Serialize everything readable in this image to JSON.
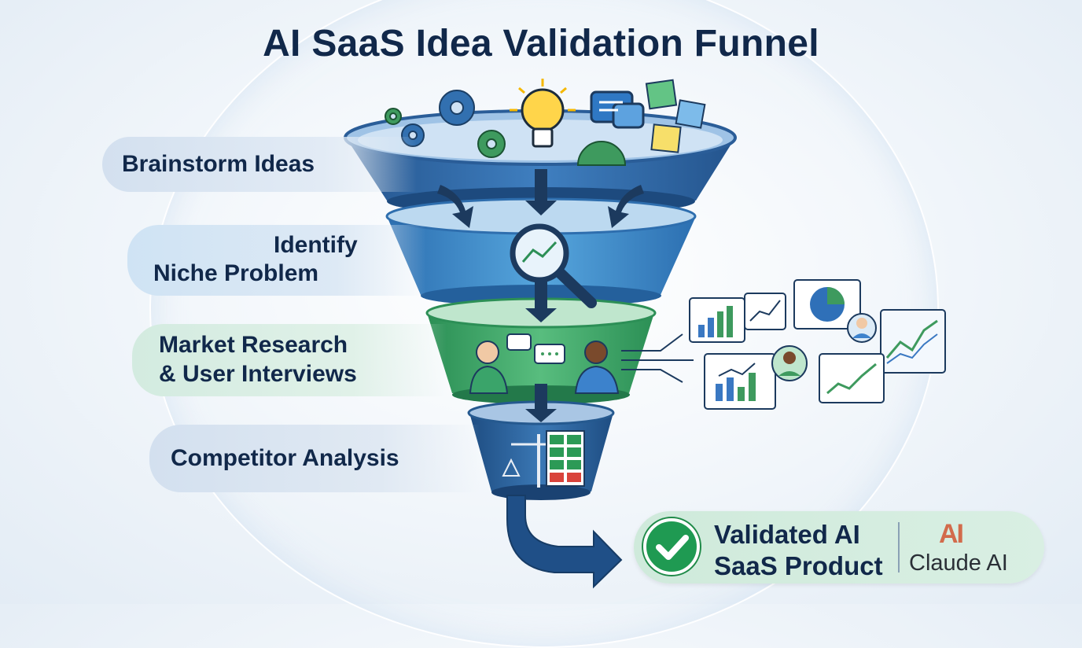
{
  "title": "AI SaaS Idea Validation Funnel",
  "stages": [
    {
      "lines": [
        "Brainstorm Ideas"
      ]
    },
    {
      "lines": [
        "Identify",
        "Niche Problem"
      ]
    },
    {
      "lines": [
        "Market Research",
        "& User Interviews"
      ]
    },
    {
      "lines": [
        "Competitor Analysis"
      ]
    }
  ],
  "result": {
    "lines": [
      "Validated AI",
      "SaaS Product"
    ],
    "brand_logo": "AI",
    "brand_name": "Claude AI"
  },
  "colors": {
    "funnel_blue": "#2f6aa8",
    "funnel_mid_blue": "#3f8fcf",
    "funnel_green": "#3ea86c",
    "funnel_navy": "#245a92",
    "accent_green": "#1f9a52",
    "brand_orange": "#d26b4b",
    "title_navy": "#11284a"
  }
}
